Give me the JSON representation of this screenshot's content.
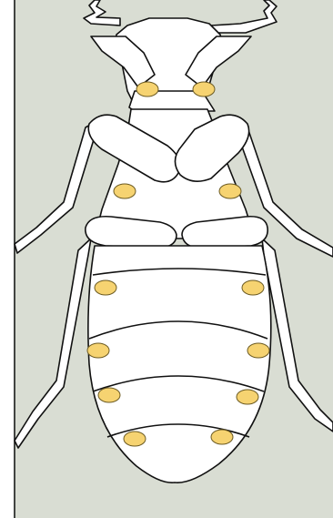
{
  "colors": {
    "background": "#d9ddd3",
    "body_fill": "#ffffff",
    "outline": "#111111",
    "spiracle": "#f6d371"
  },
  "spiracles": {
    "left_count": 6,
    "right_count": 6,
    "total": 12
  }
}
